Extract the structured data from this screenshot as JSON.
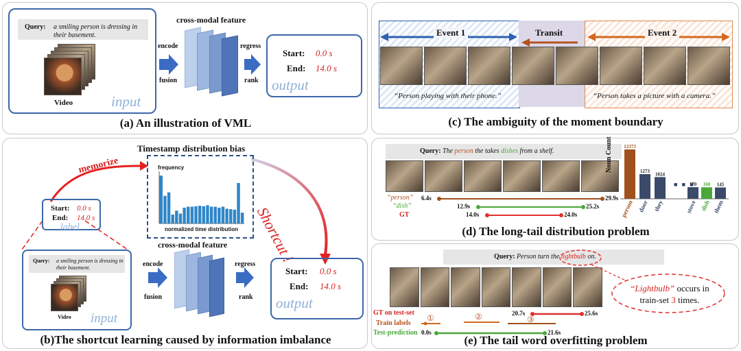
{
  "panel_a": {
    "caption": "(a)  An illustration of VML",
    "query_label": "Query:",
    "query_text": "a smiling person is dressing in their basement.",
    "video_label": "Video",
    "input_label": "input",
    "encode": "encode",
    "fusion": "fusion",
    "feature_title": "cross-modal feature",
    "regress": "regress",
    "rank": "rank",
    "start_label": "Start:",
    "start_value": "0.0 s",
    "end_label": "End:",
    "end_value": "14.0 s",
    "output_label": "output"
  },
  "panel_b": {
    "caption": "(b)The shortcut learning caused by information imbalance",
    "hist_title": "Timestamp distribution bias",
    "hist_ylabel": "frequency",
    "hist_xlabel": "normalized time distribution",
    "hist_feature": "cross-modal feature",
    "memorize": "memorize",
    "shortcut": "Shortcut !",
    "label_start_label": "Start:",
    "label_start_value": "0.0 s",
    "label_end_label": "End:",
    "label_end_value": "14.0 s",
    "label_label": "label",
    "query_label": "Query:",
    "query_text": "a smiling person is dressing in their basement.",
    "video_label": "Video",
    "input_label": "input",
    "encode": "encode",
    "fusion": "fusion",
    "regress": "regress",
    "rank": "rank",
    "start_label": "Start:",
    "start_value": "0.0 s",
    "end_label": "End:",
    "end_value": "14.0 s",
    "output_label": "output",
    "histogram_values": [
      0.97,
      0.56,
      0.63,
      0.18,
      0.26,
      0.2,
      0.32,
      0.34,
      0.34,
      0.35,
      0.36,
      0.35,
      0.37,
      0.34,
      0.34,
      0.32,
      0.34,
      0.3,
      0.29,
      0.28,
      0.82,
      0.22
    ]
  },
  "panel_c": {
    "caption": "(c) The ambiguity of the moment boundary",
    "event1": "Event 1",
    "transit": "Transit",
    "event2": "Event 2",
    "quote1": "“Person playing with their phone.”",
    "quote2": "“Person takes a picture with a camera.”",
    "colors": {
      "event1": "#2d62b0",
      "transit": "#8a6ea0",
      "event2": "#d2691e"
    }
  },
  "panel_d": {
    "caption": "(d) The long-tail distribution problem",
    "query_label": "Query:",
    "query_pre": "The ",
    "query_person": "person",
    "query_mid": " the takes ",
    "query_dish": "dishes",
    "query_post": " from a shelf.",
    "row_person": "“person”",
    "row_dish": "“dish”",
    "row_gt": "GT",
    "person_start": "6.4s",
    "person_end": "29.9s",
    "dish_start": "12.9s",
    "dish_end": "25.2s",
    "gt_start": "14.0s",
    "gt_end": "24.0s",
    "ylabel": "Noun Count",
    "ellipsis": "■ ■ ■",
    "chart_data": {
      "type": "bar",
      "categories": [
        "person",
        "door",
        "they",
        "stove",
        "dish",
        "them"
      ],
      "values": [
        12373,
        1273,
        1024,
        170,
        160,
        145
      ]
    }
  },
  "panel_e": {
    "caption": "(e) The tail word overfitting problem",
    "query_label": "Query:",
    "query_pre": "Person turn the ",
    "query_word": "lightbulb",
    "query_post": " on.",
    "bubble_word": "“Lightbulb”",
    "bubble_text1": " occurs in",
    "bubble_text2_pre": "train-set ",
    "bubble_count": "3",
    "bubble_text2_post": " times.",
    "gt_label": "GT on test-set",
    "train_label": "Train labels",
    "pred_label": "Test-prediction",
    "gt_start": "20.7s",
    "gt_end": "25.6s",
    "pred_start": "0.0s",
    "pred_end": "21.6s",
    "mark1": "①",
    "mark2": "②",
    "mark3": "③"
  }
}
